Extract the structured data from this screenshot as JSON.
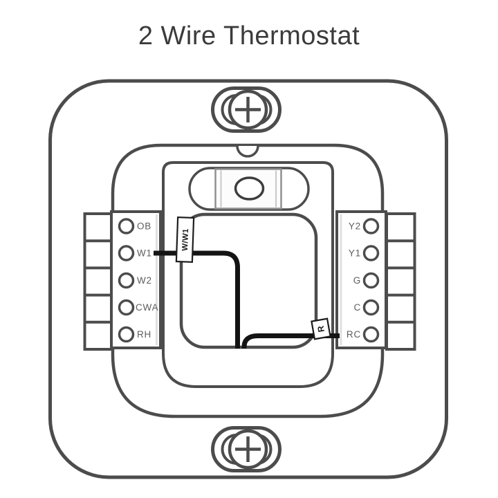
{
  "title": "2 Wire Thermostat",
  "diagram_type": "thermostat-backplate-wiring",
  "terminal_blocks": {
    "left": {
      "terminals": [
        "OB",
        "W1",
        "W2",
        "CWA",
        "RH"
      ]
    },
    "right": {
      "terminals": [
        "Y2",
        "Y1",
        "G",
        "C",
        "RC"
      ]
    }
  },
  "wires": [
    {
      "id": "w-wire",
      "label": "W/W1",
      "terminal": "W1",
      "color": "#141414"
    },
    {
      "id": "r-wire",
      "label": "R",
      "terminal": "RC",
      "color": "#141414"
    }
  ],
  "colors": {
    "outline": "#4c4c4c",
    "wire": "#141414",
    "terminal_label": "#5d5d5d",
    "title": "#3b3b3b",
    "background": "#ffffff"
  }
}
